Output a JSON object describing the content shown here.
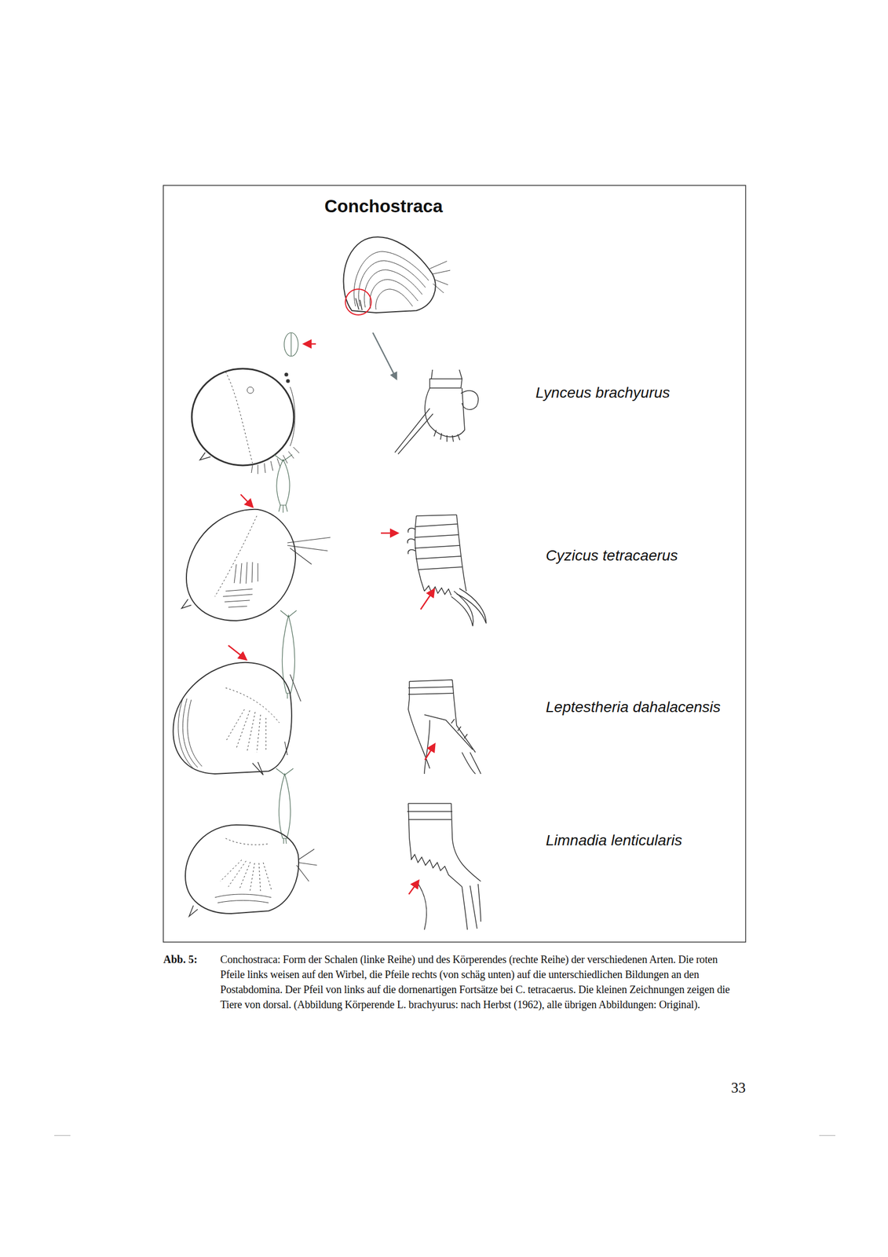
{
  "diagram": {
    "title": "Conchostraca",
    "caption": "Conchostraca: Form der Schalen (linke Reihe) und des Körperendes (rechte Reihe) der verschiedenen Arten. Die roten Pfeile links weisen auf den Wirbel, die Pfeile rechts (von schäg unten) auf die unterschiedlichen Bildungen an den Postabdomina. Der Pfeil von links auf die dornenartigen Fortsätze bei C. tetracaerus. Die kleinen Zeichnungen zeigen die Tiere von dorsal. (Abbildung Körperende L. brachyurus: nach Herbst (1962), alle übrigen Abbildungen: Original).",
    "labels": [
      "Lynceus brachyurus",
      "Cyzicus tetracaerus",
      "Leptestheria dahalacensis",
      "Limnadia lenticularis",
      "Abb. 5:",
      "33"
    ]
  }
}
